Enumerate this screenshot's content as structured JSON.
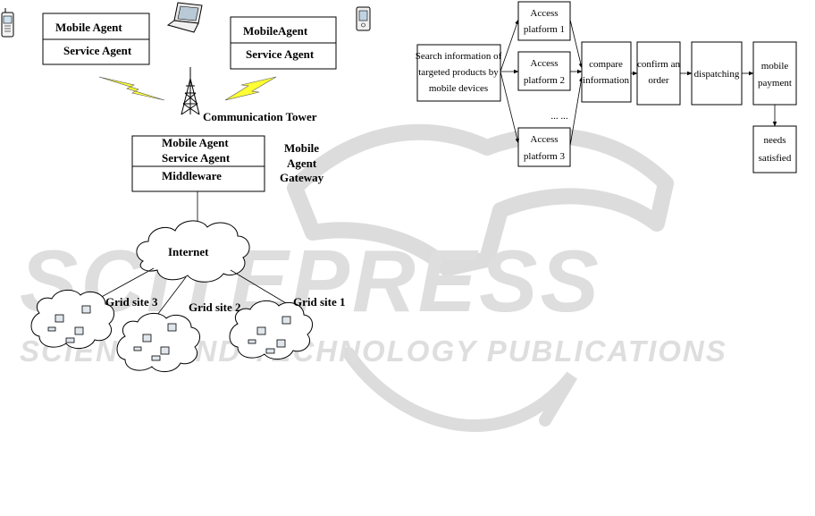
{
  "watermark": {
    "big": "SCITEPRESS",
    "small": "SCIENCE AND TECHNOLOGY PUBLICATIONS",
    "color": "#d9d9d9"
  },
  "left_diagram": {
    "top_left_box": {
      "line1": "Mobile Agent",
      "line2": "Service Agent"
    },
    "top_right_box": {
      "line1": "MobileAgent",
      "line2": "Service Agent"
    },
    "tower_label": "Communication Tower",
    "gateway_box": {
      "line1": "Mobile Agent",
      "line2": "Service Agent",
      "line3": "Middleware"
    },
    "gateway_label": {
      "line1": "Mobile",
      "line2": "Agent",
      "line3": "Gateway"
    },
    "internet_label": "Internet",
    "grid_sites": [
      "Grid site 3",
      "Grid site 2",
      "Grid site 1"
    ],
    "icons": [
      "mobile-phone-icon",
      "laptop-icon",
      "pda-icon",
      "tower-icon",
      "lightning-icon",
      "cloud-icon",
      "computer-icon"
    ]
  },
  "right_diagram": {
    "search_box": {
      "line1": "Search information of",
      "line2": "targeted products by",
      "line3": "mobile devices"
    },
    "platforms": [
      {
        "line1": "Access",
        "line2": "platform 1"
      },
      {
        "line1": "Access",
        "line2": "platform 2"
      },
      {
        "line1": "Access",
        "line2": "platform 3"
      }
    ],
    "ellipsis": "... ...",
    "compare_box": {
      "line1": "compare",
      "line2": "information"
    },
    "confirm_box": {
      "line1": "confirm an",
      "line2": "order"
    },
    "dispatch_box": {
      "line1": "dispatching"
    },
    "payment_box": {
      "line1": "mobile",
      "line2": "payment"
    },
    "needs_box": {
      "line1": "needs",
      "line2": "satisfied"
    }
  }
}
